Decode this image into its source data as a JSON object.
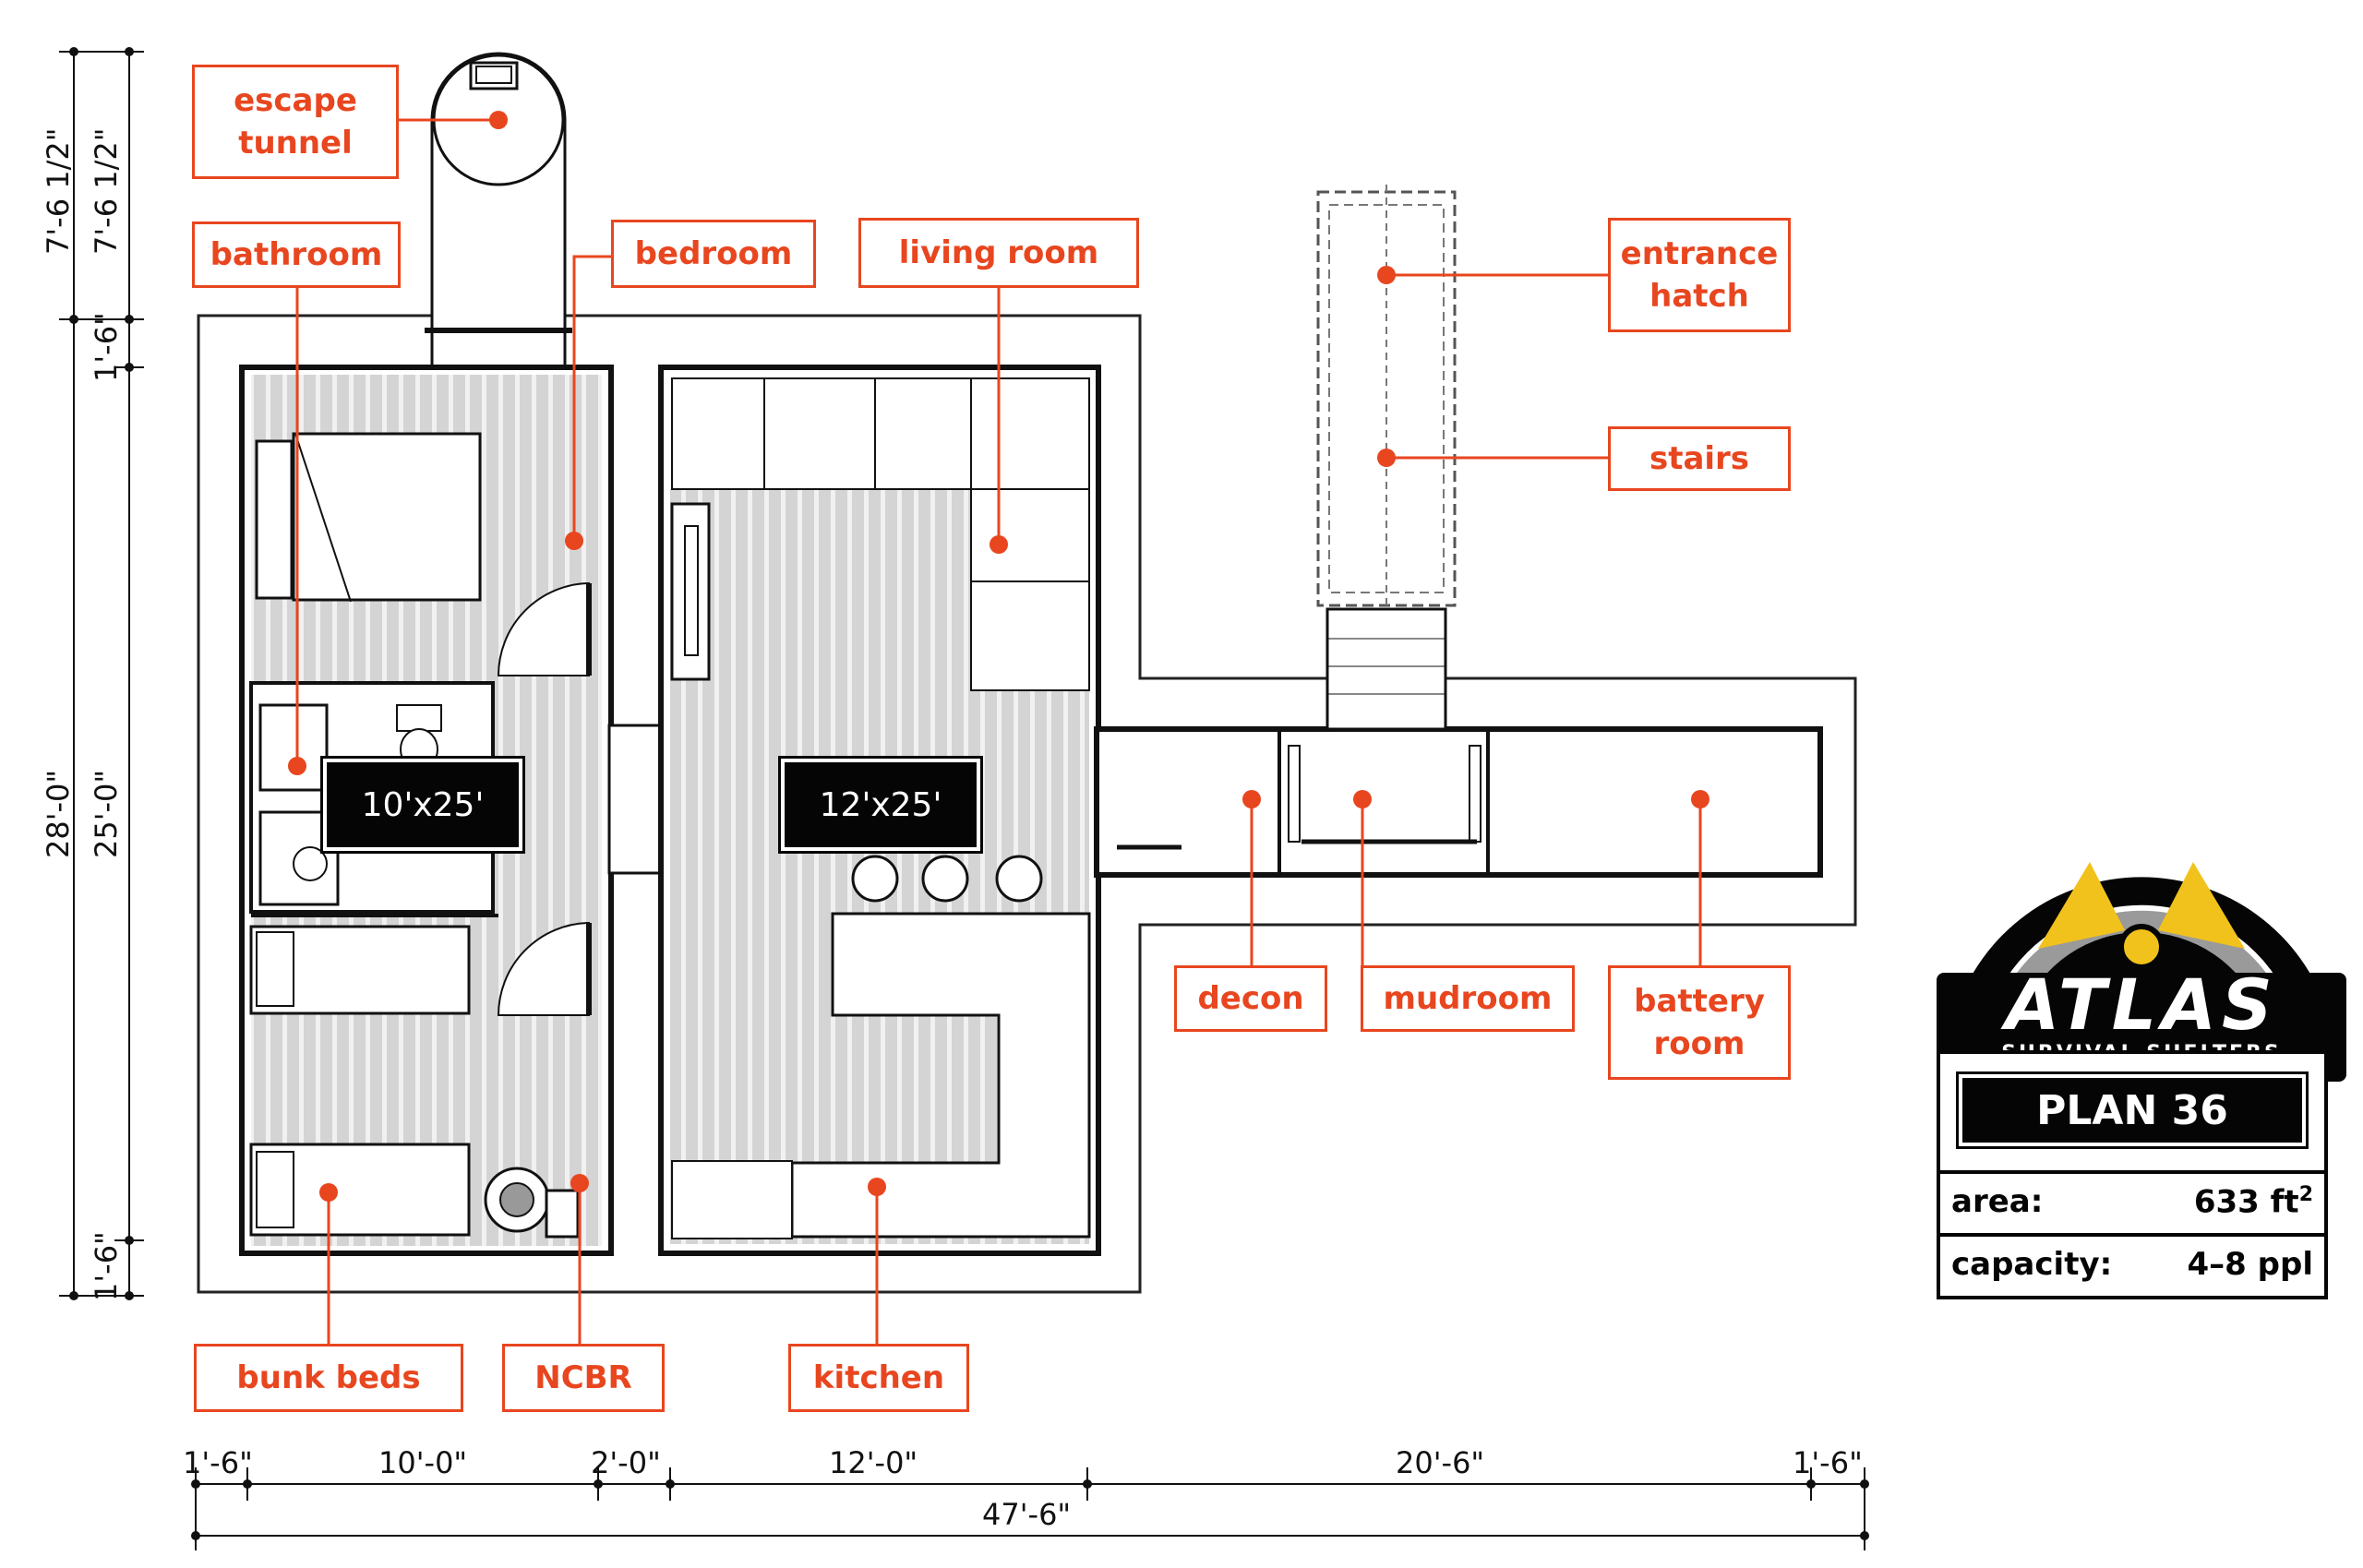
{
  "rooms": {
    "escape_tunnel": "escape\ntunnel",
    "bathroom": "bathroom",
    "bedroom": "bedroom",
    "living_room": "living room",
    "entrance_hatch": "entrance\nhatch",
    "stairs": "stairs",
    "decon": "decon",
    "mudroom": "mudroom",
    "battery_room": "battery\nroom",
    "bunk_beds": "bunk beds",
    "ncbr": "NCBR",
    "kitchen": "kitchen"
  },
  "modules": {
    "left_size": "10'x25'",
    "right_size": "12'x25'"
  },
  "dimensions": {
    "horizontal": [
      "1'-6\"",
      "10'-0\"",
      "2'-0\"",
      "12'-0\"",
      "20'-6\"",
      "1'-6\""
    ],
    "total_width": "47'-6\"",
    "vertical_outer": [
      "7'-6 1/2\"",
      "28'-0\""
    ],
    "vertical_inner": [
      "7'-6 1/2\"",
      "1'-6\"",
      "25'-0\"",
      "1'-6\""
    ]
  },
  "brand": {
    "name": "ATLAS",
    "tagline": "SURVIVAL SHELTERS",
    "plan": "PLAN 36",
    "area_label": "area:",
    "area_value": "633 ft",
    "area_sup": "2",
    "capacity_label": "capacity:",
    "capacity_value": "4–8 ppl"
  },
  "colors": {
    "accent": "#e8461f",
    "yellow": "#f1c21b",
    "floor": "#d3d3d3",
    "ink": "#050505"
  }
}
